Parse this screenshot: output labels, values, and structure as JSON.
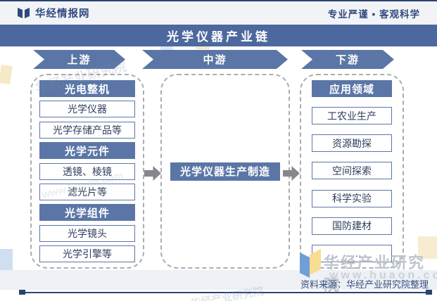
{
  "header": {
    "brand": "华经情报网",
    "slogan": "专业严谨 • 客观科学"
  },
  "title": "光学仪器产业链",
  "stages": [
    {
      "label": "上游"
    },
    {
      "label": "中游"
    },
    {
      "label": "下游"
    }
  ],
  "upstream": {
    "groups": [
      {
        "header": "光电整机",
        "items": [
          "光学仪器",
          "光学存储产品等"
        ]
      },
      {
        "header": "光学元件",
        "items": [
          "透镜、棱镜",
          "滤光片等"
        ]
      },
      {
        "header": "光学组件",
        "items": [
          "光学镜头",
          "光学引擎等"
        ]
      }
    ]
  },
  "midstream": {
    "box": "光学仪器生产制造"
  },
  "downstream": {
    "header": "应用领域",
    "items": [
      "工农业生产",
      "资源勘探",
      "空间探索",
      "科学实验",
      "国防建材",
      "……"
    ]
  },
  "footer": {
    "source": "资料来源：华经产业研究院整理"
  },
  "watermark": {
    "name": "华经产业研究院",
    "url": "www.huaon.com"
  },
  "colors": {
    "accent_blue": "#5b76a6",
    "banner_blue": "#4d689e",
    "dark_navy": "#2b4271",
    "text_navy": "#2e3d5c",
    "gray_arrow": "#85878a",
    "header_bg": "#f1f3f6",
    "footer_bg": "#edf0f4"
  }
}
